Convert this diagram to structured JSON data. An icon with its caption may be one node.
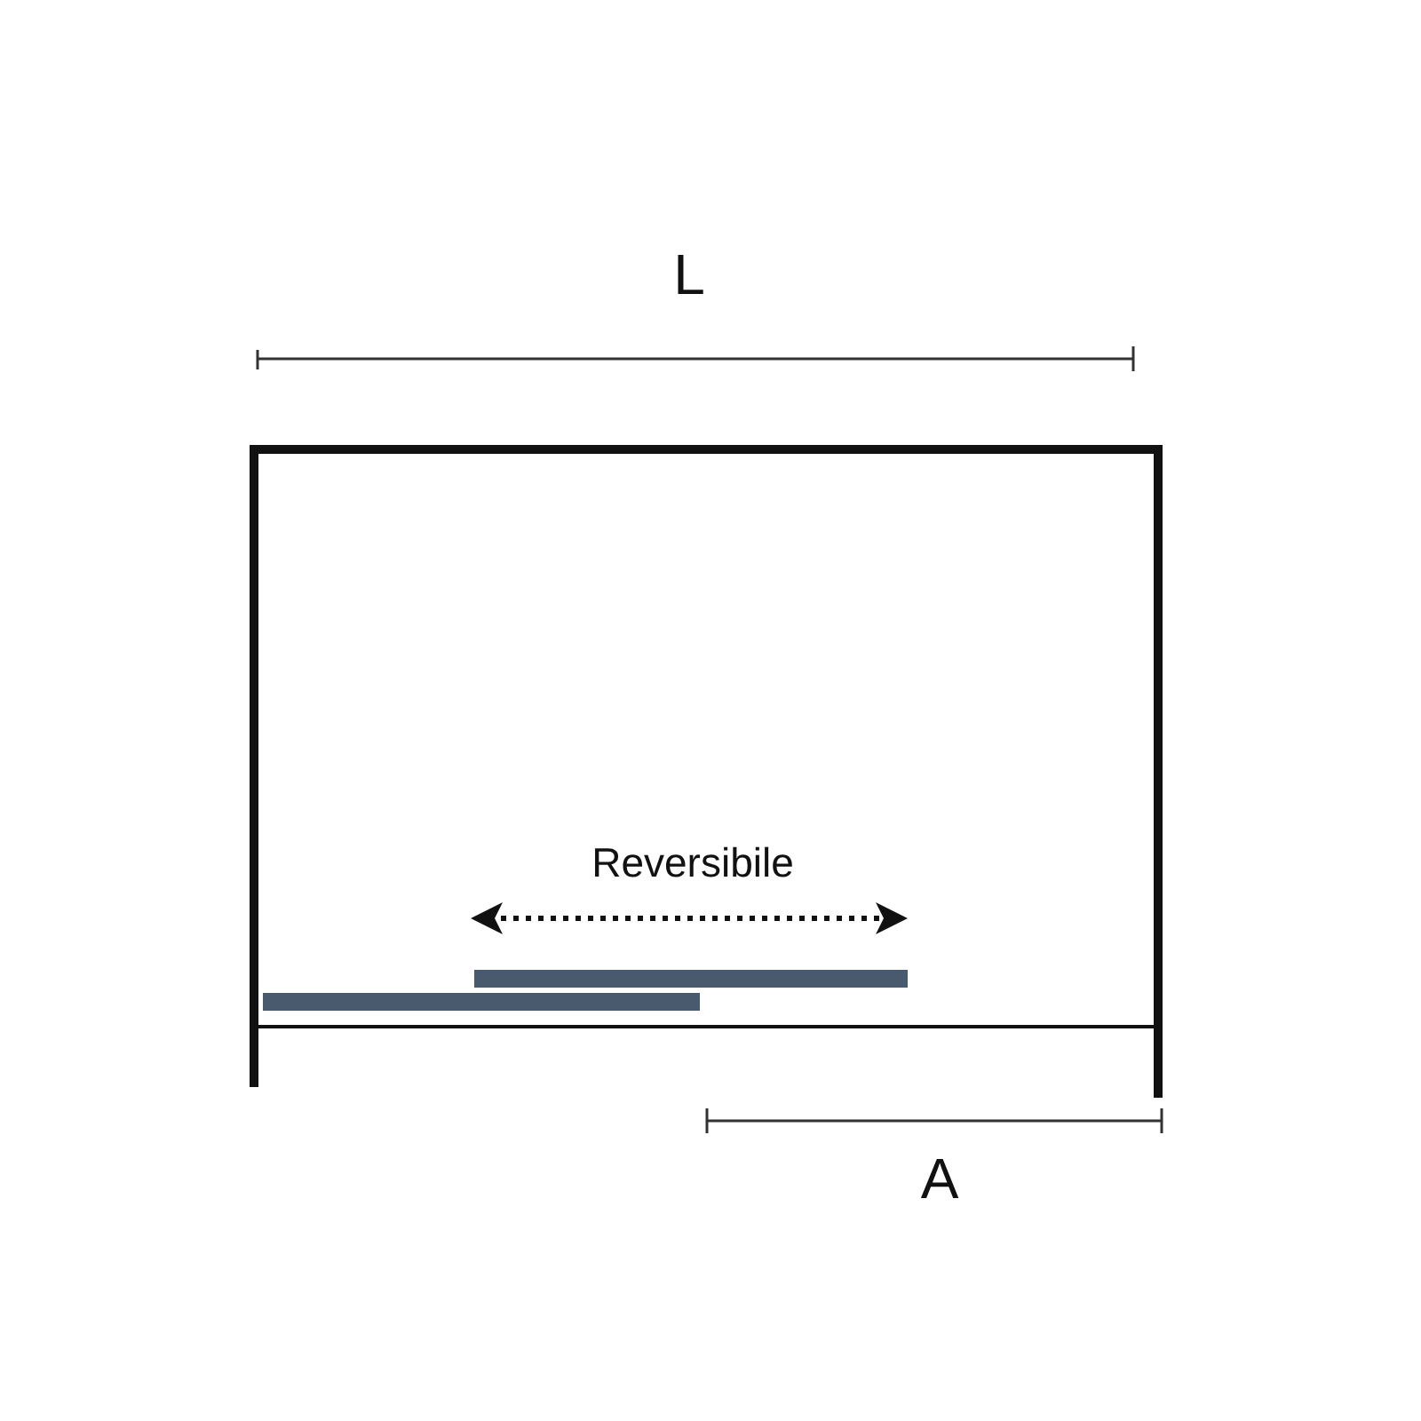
{
  "diagram": {
    "labels": [
      "L",
      "Reversibile",
      "A"
    ]
  }
}
